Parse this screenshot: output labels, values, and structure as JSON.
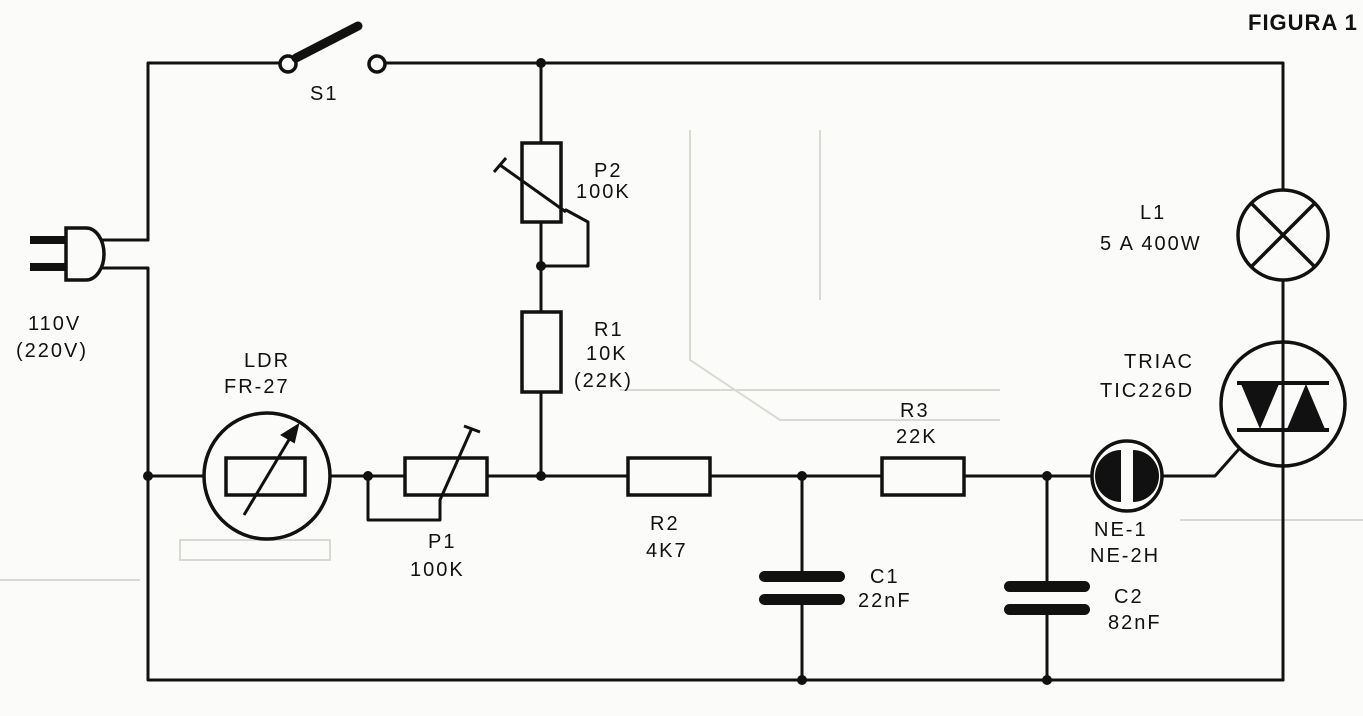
{
  "figure_label": "FIGURA 1",
  "components": {
    "s1": "S1",
    "p2_name": "P2",
    "p2_value": "100K",
    "r1_name": "R1",
    "r1_value": "10K",
    "r1_alt": "(22K)",
    "ldr_name": "LDR",
    "ldr_model": "FR-27",
    "p1_name": "P1",
    "p1_value": "100K",
    "r2_name": "R2",
    "r2_value": "4K7",
    "r3_name": "R3",
    "r3_value": "22K",
    "c1_name": "C1",
    "c1_value": "22nF",
    "c2_name": "C2",
    "c2_value": "82nF",
    "neon_name": "NE-1",
    "neon_alt": "NE-2H",
    "l1_name": "L1",
    "l1_rating": "5 A 400W",
    "triac_name": "TRIAC",
    "triac_model": "TIC226D",
    "supply_voltage": "110V",
    "supply_alt": "(220V)"
  }
}
